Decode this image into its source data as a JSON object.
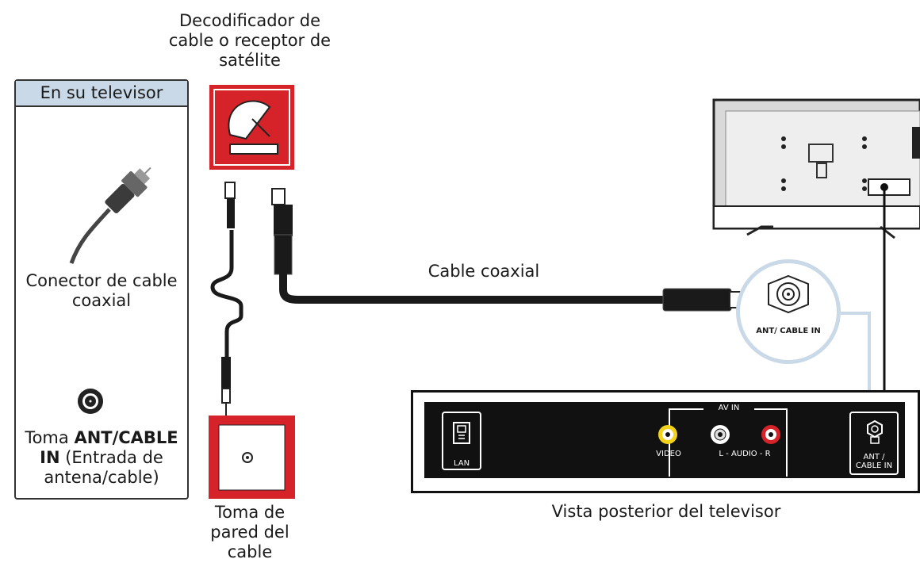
{
  "labels": {
    "set_top_box": "Decodificador de cable o receptor de satélite",
    "legend_header": "En su televisor",
    "coax_connector": "Conector de cable coaxial",
    "jack_prefix": "Toma ",
    "jack_bold": "ANT/CABLE IN",
    "jack_suffix": " (Entrada de antena/cable)",
    "wall_jack": "Toma de pared del cable",
    "coax_cable": "Cable coaxial",
    "rear_view": "Vista posterior del televisor",
    "callout_port": "ANT/ CABLE IN",
    "panel_av_in": "AV IN",
    "panel_video": "VIDEO",
    "panel_audio": "L - AUDIO - R",
    "panel_lan": "LAN",
    "panel_ant": "ANT / CABLE IN"
  },
  "colors": {
    "accent_red": "#d6232a",
    "panel_blue": "#c9d9e7",
    "jack_yellow": "#f2d21b"
  },
  "icons": [
    "satellite-dish-icon",
    "wall-jack-icon",
    "coax-connector-icon",
    "coax-jack-icon",
    "ethernet-port-icon"
  ]
}
